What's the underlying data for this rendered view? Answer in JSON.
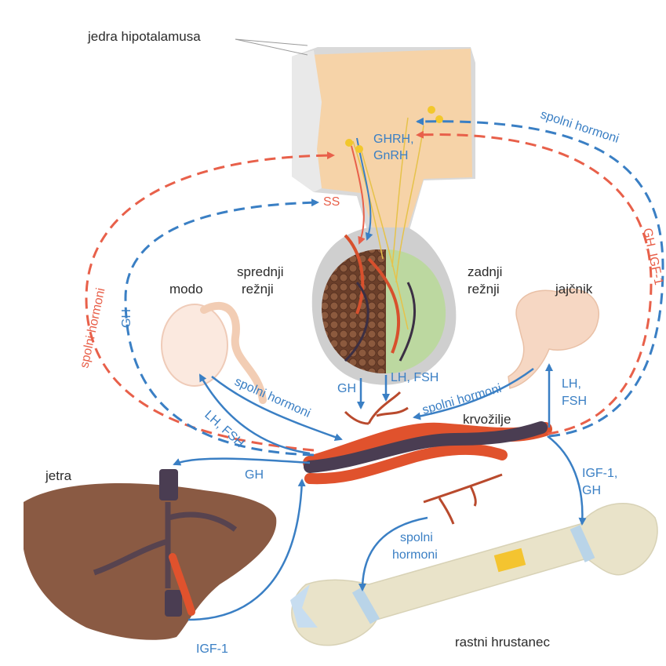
{
  "labels": {
    "hypothalamus_nuclei": "jedra hipotalamusa",
    "ghrh": "GHRH,",
    "gnrh": "GnRH",
    "ss": "SS",
    "anterior_lobe_1": "sprednji",
    "anterior_lobe_2": "režnji",
    "posterior_lobe_1": "zadnji",
    "posterior_lobe_2": "režnji",
    "testis": "modo",
    "ovary": "jajčnik",
    "circulation": "krvožilje",
    "liver": "jetra",
    "growth_cartilage": "rastni hrustanec",
    "sex_hormones_left": "spolni hormoni",
    "sex_hormones_top_right": "spolni hormoni",
    "sex_hormones_from_testis": "spolni hormoni",
    "sex_hormones_from_ovary": "spolni hormoni",
    "sex_hormones_to_bone_1": "spolni",
    "sex_hormones_to_bone_2": "hormoni",
    "gh_left": "GH",
    "gh_igf1_right": "GH, IGF-1",
    "gh_pituitary": "GH",
    "lh_fsh_pituitary": "LH, FSH",
    "lh_fsh_to_testis": "LH, FSH",
    "gh_to_liver": "GH",
    "lh_to_ovary": "LH,",
    "fsh_to_ovary": "FSH",
    "igf1_gh_1": "IGF-1,",
    "igf1_gh_2": "GH",
    "igf1_liver": "IGF-1"
  },
  "colors": {
    "blue": "#3a7fc4",
    "red": "#e8604a",
    "vessel_dark": "#4a3d52",
    "vessel_red": "#e0522d",
    "hypothalamus": "#f6d3a8",
    "liver": "#8a5a43",
    "bone": "#e9e3c9"
  }
}
